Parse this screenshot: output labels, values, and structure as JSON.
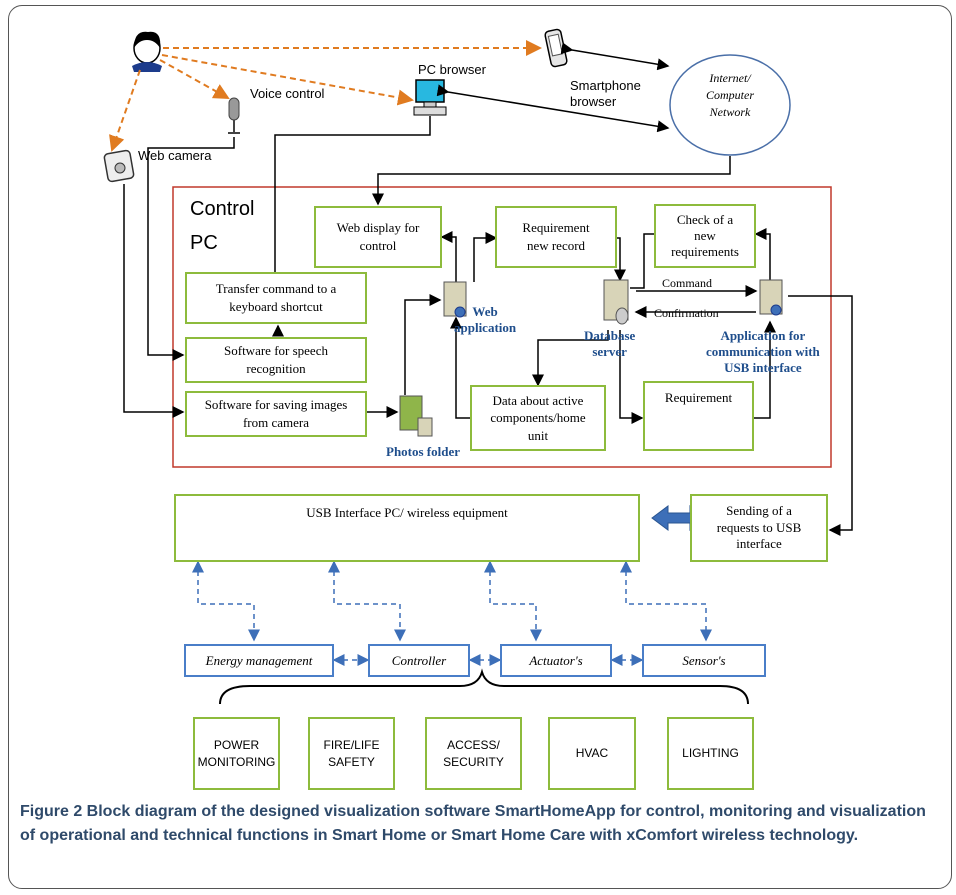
{
  "actors": {
    "pc_browser": "PC browser",
    "voice_control": "Voice control",
    "web_camera": "Web camera",
    "smartphone_browser": "Smartphone\nbrowser",
    "network": "Internet/\nComputer\nNetwork"
  },
  "control_pc": {
    "title_line1": "Control",
    "title_line2": "PC"
  },
  "boxes": {
    "web_display": "Web display for\ncontrol",
    "requirement_new": "Requirement\nnew record",
    "check_new": "Check of a\nnew\nrequirements",
    "transfer_command": "Transfer command to a\nkeyboard shortcut",
    "speech_recognition": "Software for speech\nrecognition",
    "saving_images": "Software for saving images\nfrom camera",
    "data_active": "Data about active\ncomponents/home\nunit",
    "requirement": "Requirement",
    "usb_interface": "USB Interface PC/ wireless equipment",
    "sending_requests": "Sending of a\nrequests to USB\ninterface"
  },
  "servers": {
    "web_application": "Web\napplication",
    "database_server": "Database\nserver",
    "usb_application": "Application for\ncommunication with\nUSB interface",
    "photos_folder": "Photos folder"
  },
  "links": {
    "command": "Command",
    "confirmation": "Confirmation"
  },
  "devices": [
    "Energy management",
    "Controller",
    "Actuator's",
    "Sensor's"
  ],
  "categories": [
    "POWER\nMONITORING",
    "FIRE/LIFE\nSAFETY",
    "ACCESS/\nSECURITY",
    "HVAC",
    "LIGHTING"
  ],
  "caption": {
    "figure_label": "Figure 2",
    "text": " Block diagram of the designed visualization software  SmartHomeApp  for control, monitoring and visualization of operational and technical functions in Smart Home or Smart Home Care with xComfort wireless technology."
  }
}
